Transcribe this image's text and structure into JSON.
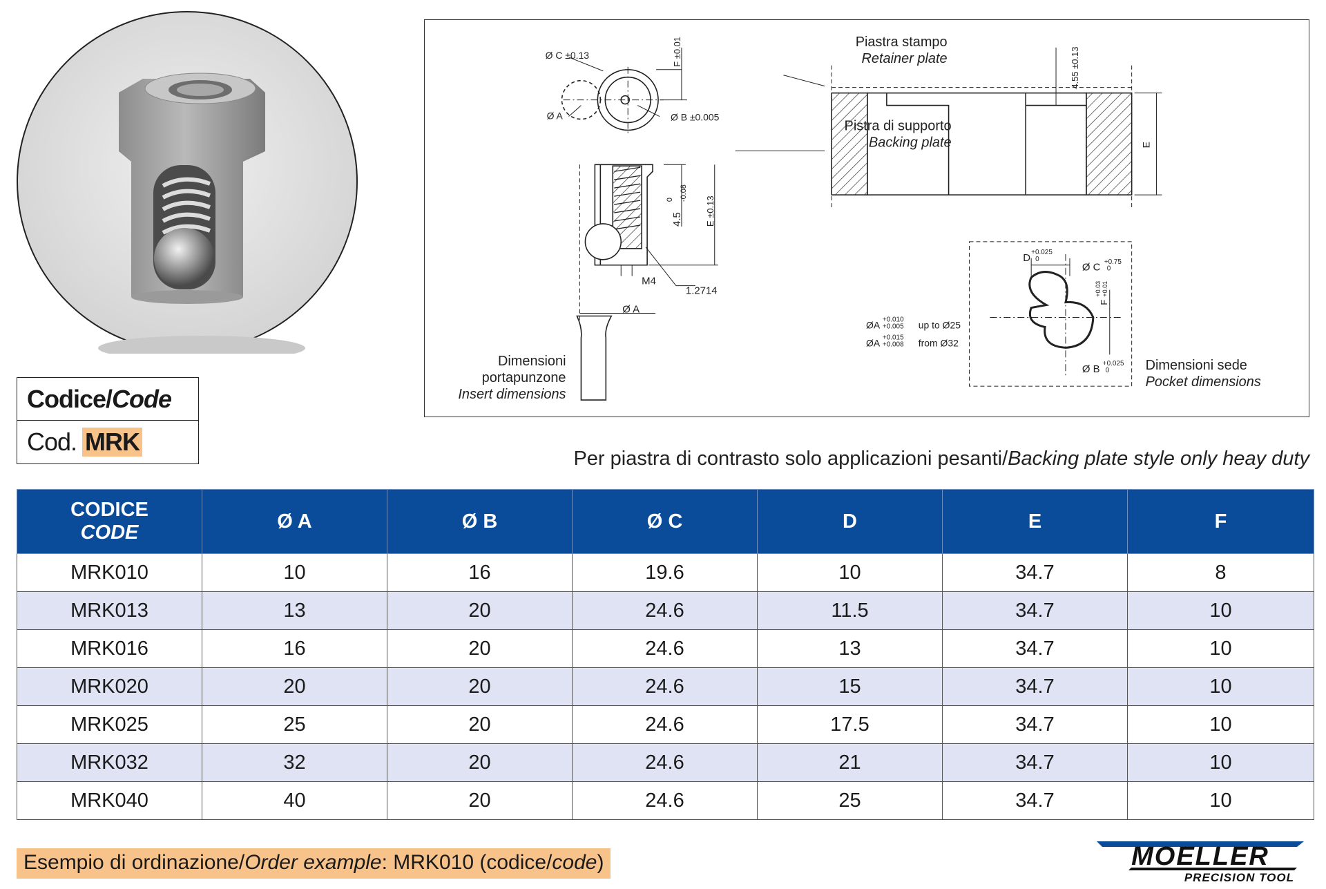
{
  "code_box": {
    "title": "Codice/",
    "title_en": "Code",
    "prefix": "Cod.",
    "value": "MRK"
  },
  "drawing": {
    "labels": {
      "dia_c_tol": "Ø C ±0.13",
      "f_tol": "F ±0.01",
      "dia_a": "Ø A",
      "dia_b_tol": "Ø B ±0.005",
      "dim_45": "4.5",
      "dim_45_tol_up": "0",
      "dim_45_tol_low": "-0.08",
      "e_tol": "E ±0.13",
      "m4": "M4",
      "pitch": "1.2714",
      "dia_a2": "Ø A",
      "insert_it_1": "Dimensioni",
      "insert_it_2": "portapunzone",
      "insert_en": "Insert dimensions",
      "retainer_it": "Piastra stampo",
      "retainer_en": "Retainer  plate",
      "backing_it": "Pistra di supporto",
      "backing_en": "Backing plate",
      "dim_455": "4.55 ±0.13",
      "e": "E",
      "d_label": "D",
      "d_tol_up": "+0.025",
      "d_tol_low": "0",
      "c_label": "Ø C",
      "c_tol_up": "+0.75",
      "c_tol_low": "0",
      "f_label": "F",
      "f_tol_up": "+0.03",
      "f_tol_low": "+0.01",
      "a1_label": "ØA",
      "a1_tol_up": "+0.010",
      "a1_tol_low": "+0.005",
      "a1_range": "up to  Ø25",
      "a2_label": "ØA",
      "a2_tol_up": "+0.015",
      "a2_tol_low": "+0.008",
      "a2_range": "from Ø32",
      "b_label": "Ø B",
      "b_tol_up": "+0.025",
      "b_tol_low": "0",
      "pocket_it": "Dimensioni sede",
      "pocket_en": "Pocket dimensions"
    }
  },
  "caption": {
    "it": "Per piastra di contrasto solo applicazioni pesanti/",
    "en": "Backing plate style only heay duty"
  },
  "table": {
    "headers": [
      {
        "l1": "CODICE",
        "l2": "CODE"
      },
      {
        "l1": "Ø A",
        "l2": ""
      },
      {
        "l1": "Ø B",
        "l2": ""
      },
      {
        "l1": "Ø C",
        "l2": ""
      },
      {
        "l1": "D",
        "l2": ""
      },
      {
        "l1": "E",
        "l2": ""
      },
      {
        "l1": "F",
        "l2": ""
      }
    ],
    "rows": [
      [
        "MRK010",
        "10",
        "16",
        "19.6",
        "10",
        "34.7",
        "8"
      ],
      [
        "MRK013",
        "13",
        "20",
        "24.6",
        "11.5",
        "34.7",
        "10"
      ],
      [
        "MRK016",
        "16",
        "20",
        "24.6",
        "13",
        "34.7",
        "10"
      ],
      [
        "MRK020",
        "20",
        "20",
        "24.6",
        "15",
        "34.7",
        "10"
      ],
      [
        "MRK025",
        "25",
        "20",
        "24.6",
        "17.5",
        "34.7",
        "10"
      ],
      [
        "MRK032",
        "32",
        "20",
        "24.6",
        "21",
        "34.7",
        "10"
      ],
      [
        "MRK040",
        "40",
        "20",
        "24.6",
        "25",
        "34.7",
        "10"
      ]
    ]
  },
  "order_example": {
    "it": "Esempio di ordinazione/",
    "en": "Order example",
    "sep": ": ",
    "value": "MRK010 (codice/",
    "code_word": "code",
    "close": ")"
  },
  "logo": {
    "brand": "MOELLER",
    "tagline": "PRECISION TOOL"
  },
  "colors": {
    "header_blue": "#0a4c9a",
    "row_alt": "#dfe3f4",
    "highlight": "#f7c38b"
  }
}
